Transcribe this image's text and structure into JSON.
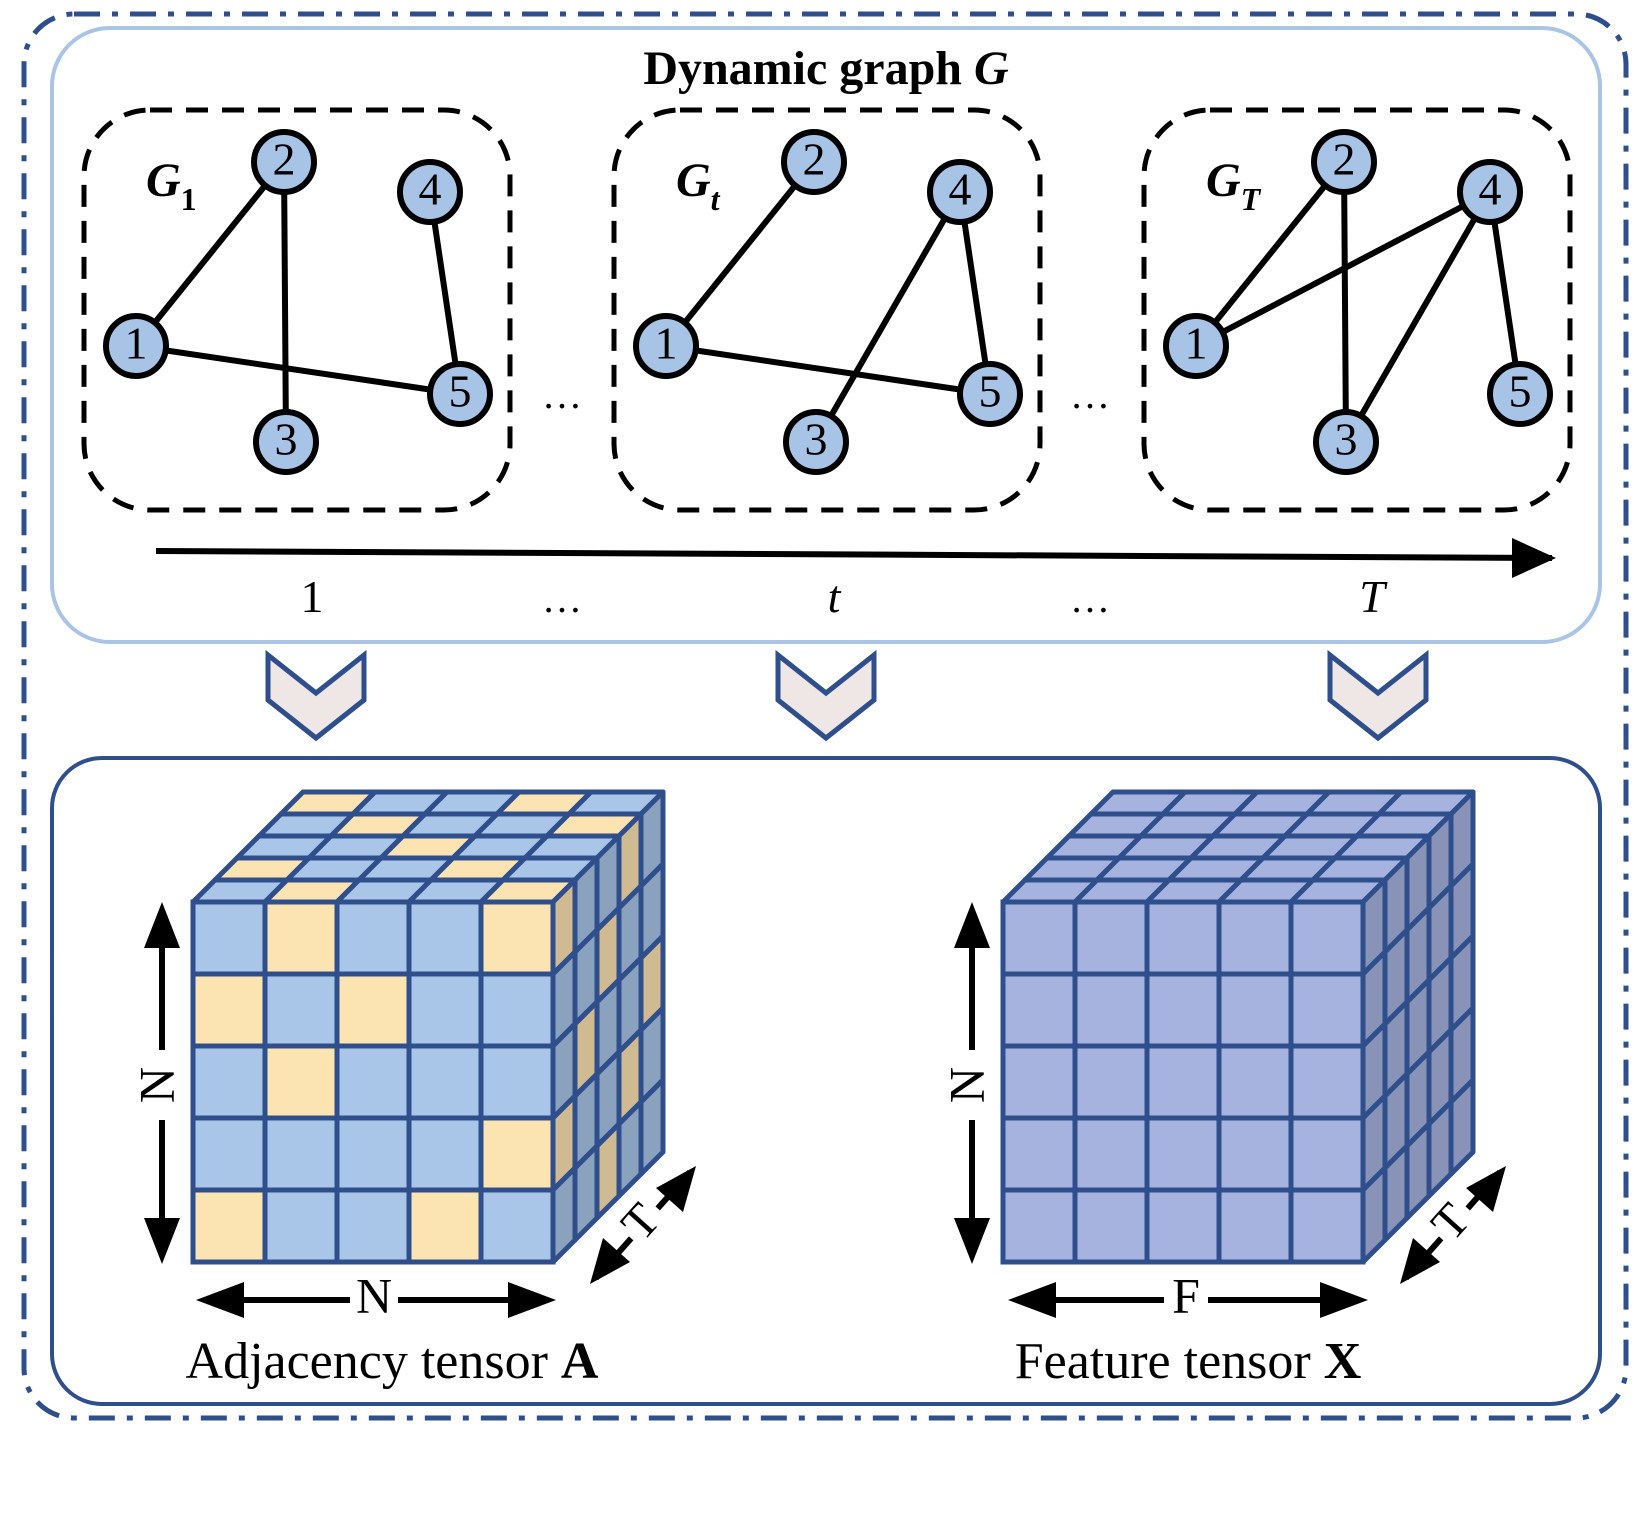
{
  "title": {
    "prefix": "Dynamic graph ",
    "symbol": "G"
  },
  "snapshots": [
    {
      "label_base": "G",
      "label_sub": "1",
      "nodes": [
        "1",
        "2",
        "3",
        "4",
        "5"
      ],
      "edges": [
        [
          "1",
          "2"
        ],
        [
          "2",
          "3"
        ],
        [
          "1",
          "5"
        ],
        [
          "4",
          "5"
        ]
      ]
    },
    {
      "label_base": "G",
      "label_sub": "t",
      "nodes": [
        "1",
        "2",
        "3",
        "4",
        "5"
      ],
      "edges": [
        [
          "1",
          "2"
        ],
        [
          "1",
          "5"
        ],
        [
          "3",
          "4"
        ],
        [
          "4",
          "5"
        ]
      ]
    },
    {
      "label_base": "G",
      "label_sub": "T",
      "nodes": [
        "1",
        "2",
        "3",
        "4",
        "5"
      ],
      "edges": [
        [
          "1",
          "2"
        ],
        [
          "1",
          "4"
        ],
        [
          "2",
          "3"
        ],
        [
          "3",
          "4"
        ],
        [
          "4",
          "5"
        ]
      ]
    }
  ],
  "between_ellipsis": "…",
  "timeline": {
    "ticks": [
      "1",
      "…",
      "t",
      "…",
      "T"
    ]
  },
  "tensors": {
    "adjacency": {
      "label_text": "Adjacency tensor ",
      "label_symbol": "A",
      "axis_height": "N",
      "axis_width": "N",
      "axis_depth": "T",
      "front_highlight_cells": [
        [
          0,
          1
        ],
        [
          0,
          4
        ],
        [
          1,
          0
        ],
        [
          1,
          2
        ],
        [
          2,
          1
        ],
        [
          3,
          4
        ],
        [
          4,
          0
        ],
        [
          4,
          3
        ]
      ]
    },
    "feature": {
      "label_text": "Feature tensor ",
      "label_symbol": "X",
      "axis_height": "N",
      "axis_width": "F",
      "axis_depth": "T"
    }
  },
  "colors": {
    "frame_blue": "#2f4f8c",
    "panel_light_blue": "#a9c4e4",
    "node_fill": "#a7c4e6",
    "adj_cell": "#a9c6e8",
    "adj_highlight": "#fce3b2",
    "feat_cell": "#a7b3df",
    "chevron_fill": "#efe6e6"
  }
}
